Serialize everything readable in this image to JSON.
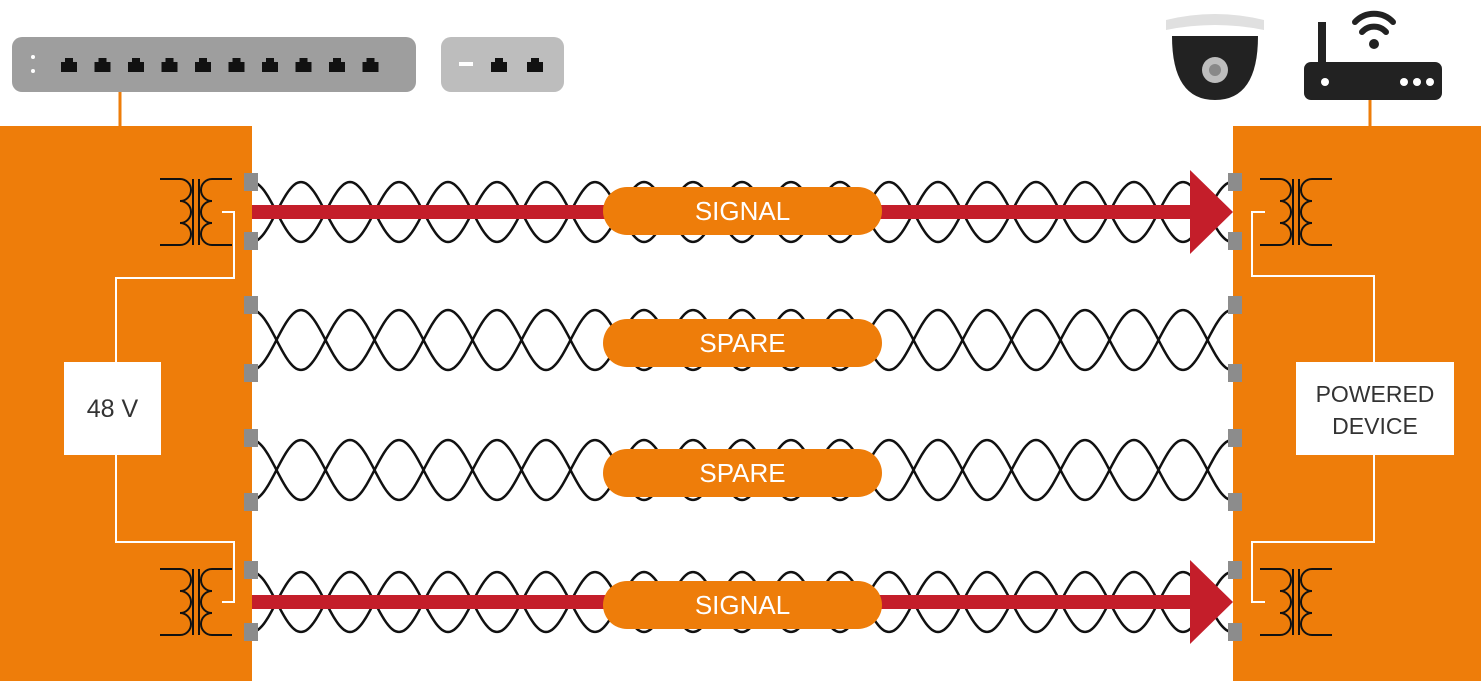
{
  "colors": {
    "orange": "#EE7D0A",
    "signal_red": "#C41E2A",
    "switch_gray": "#9E9E9E",
    "injector_gray": "#BDBDBD",
    "port_black": "#111111",
    "connector_gray": "#8C8C8C",
    "wire": "#111111",
    "device_dark": "#222222"
  },
  "icons": {
    "switch": "network-switch-icon",
    "injector": "poe-injector-icon",
    "camera": "dome-camera-icon",
    "router": "wifi-router-icon",
    "transformer": "transformer-icon"
  },
  "pairs": [
    {
      "label": "SIGNAL",
      "kind": "signal"
    },
    {
      "label": "SPARE",
      "kind": "spare"
    },
    {
      "label": "SPARE",
      "kind": "spare"
    },
    {
      "label": "SIGNAL",
      "kind": "signal"
    }
  ],
  "psu": {
    "label": "48 V"
  },
  "pd": {
    "line1": "POWERED",
    "line2": "DEVICE"
  }
}
